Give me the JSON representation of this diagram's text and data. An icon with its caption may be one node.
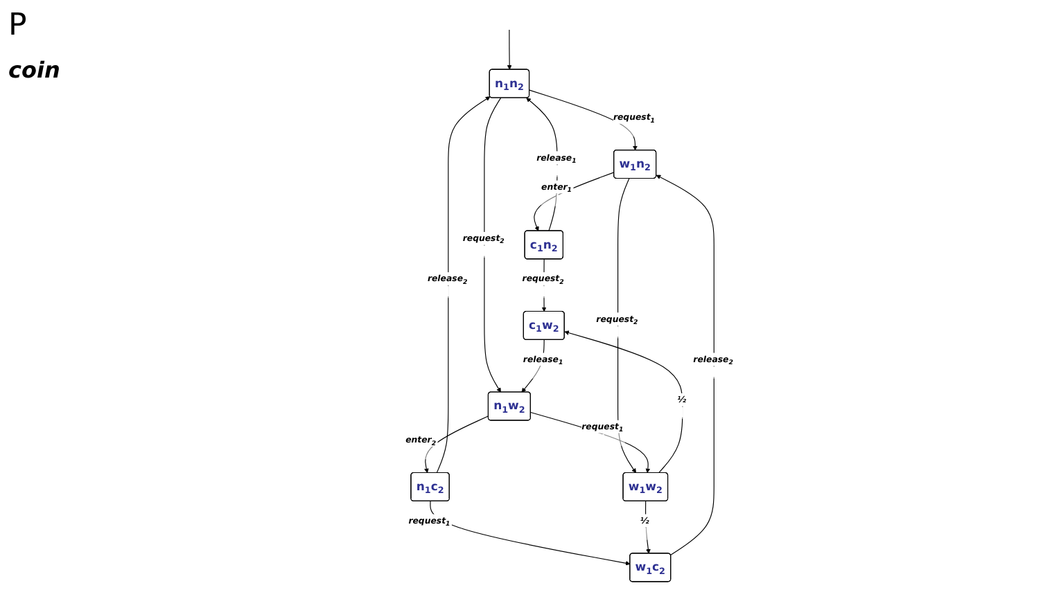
{
  "diagram": {
    "nodes": [
      {
        "text": [
          "n$_{1}$n$_{2}$"
        ]
      },
      {
        "text": [
          "w$_{1}$n$_{2}$"
        ]
      },
      {
        "text": [
          "n$_{1}$w$_{2}$"
        ]
      },
      {
        "text": [
          "c$_{1}$n$_{2}$"
        ]
      },
      {
        "text": [
          "w$_{1}$w$_{2}$"
        ]
      },
      {
        "text": [
          "n$_{1}$c$_{2}$"
        ]
      },
      {
        "text": [
          "c$_{1}$w$_{2}$"
        ]
      },
      {
        "text": [
          "w$_{1}$c$_{2}$"
        ]
      }
    ],
    "edges": [
      {
        "from": null,
        "to": 0,
        "arrow": "to"
      },
      {
        "from": 0,
        "to": 1,
        "arrow": "to",
        "label": "request$_{1}$"
      },
      {
        "from": 0,
        "to": 2,
        "arrow": "to",
        "label": "request$_{2}$"
      },
      {
        "from": 1,
        "to": 3,
        "arrow": "to",
        "label": "enter$_{1}$"
      },
      {
        "from": 1,
        "to": 4,
        "arrow": "to",
        "label": "request$_{2}$"
      },
      {
        "from": 2,
        "to": 4,
        "arrow": "to",
        "label": "request$_{1}$"
      },
      {
        "from": 2,
        "to": 5,
        "arrow": "to",
        "label": "enter$_{2}$"
      },
      {
        "from": 3,
        "to": 0,
        "arrow": "to",
        "label": "release$_{1}$"
      },
      {
        "from": 5,
        "to": 0,
        "arrow": "to",
        "label": "release$_{2}$"
      },
      {
        "from": 3,
        "to": 6,
        "arrow": "to",
        "label": "request$_{2}$"
      },
      {
        "from": 5,
        "to": 7,
        "arrow": "to",
        "label": "request$_{1}$"
      },
      {
        "from": 4,
        "to": 6,
        "arrow": "to",
        "label": "½"
      },
      {
        "from": 4,
        "to": 7,
        "arrow": "to",
        "label": "½"
      },
      {
        "from": 7,
        "to": 1,
        "arrow": "to",
        "label": "release$_{2}$"
      },
      {
        "from": 6,
        "to": 2,
        "arrow": "to",
        "label": "release$_{1}$"
      }
    ],
    "labels": [
      "P",
      "coin"
    ]
  }
}
